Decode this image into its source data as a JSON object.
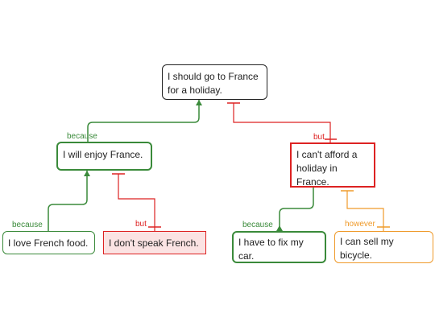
{
  "nodes": {
    "root": {
      "line1": "I should go to France",
      "line2": "for a holiday."
    },
    "enjoy": {
      "line1": "I will enjoy France."
    },
    "afford": {
      "line1": "I can't afford a",
      "line2": "holiday in",
      "line3": "France."
    },
    "food": {
      "line1": "I love French food."
    },
    "speak": {
      "line1": "I don't speak French."
    },
    "car": {
      "line1": "I have to fix my",
      "line2": "car."
    },
    "bike": {
      "line1": "I can sell my",
      "line2": "bicycle."
    }
  },
  "connectors": {
    "enjoy_root": "because",
    "afford_root": "but",
    "food_enjoy": "because",
    "speak_enjoy": "but",
    "car_afford": "because",
    "bike_afford": "however"
  },
  "colors": {
    "support": "#3a8a3a",
    "objection": "#dd2222",
    "rebuttal": "#ef9a2a",
    "claim_border": "#222222"
  }
}
